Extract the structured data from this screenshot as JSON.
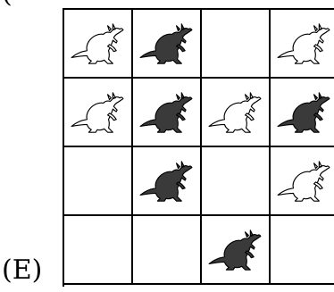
{
  "label": {
    "partial_top": "(",
    "option": "(E)"
  },
  "grid": {
    "rows": 4,
    "cols": 4,
    "cells": [
      [
        "white",
        "dark",
        "empty",
        "white"
      ],
      [
        "white",
        "dark",
        "white",
        "dark"
      ],
      [
        "empty",
        "dark",
        "empty",
        "white"
      ],
      [
        "empty",
        "empty",
        "dark",
        "empty"
      ]
    ]
  },
  "colors": {
    "dark_kangaroo": "#3a3a3a",
    "white_kangaroo": "#ffffff",
    "outline": "#000000"
  },
  "icons": {
    "kangaroo": "kangaroo-icon"
  }
}
